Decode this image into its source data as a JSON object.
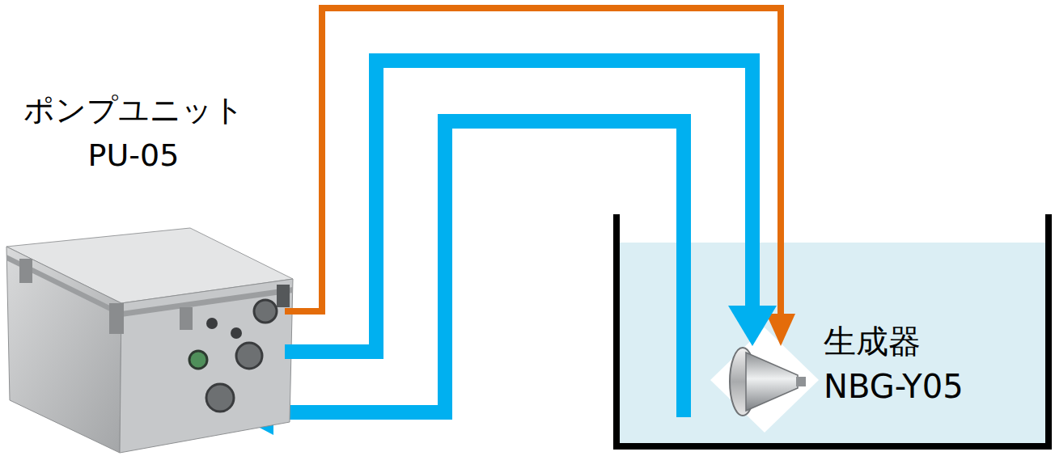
{
  "diagram": {
    "nodes": [
      {
        "text": [
          "ポンプユニット",
          "PU-05"
        ]
      },
      {
        "text": [
          "生成器",
          "NBG-Y05"
        ]
      }
    ],
    "edges": [
      {
        "from": 0,
        "to": 1,
        "arrow": "to"
      },
      {
        "from": 0,
        "to": 1,
        "arrow": "to"
      }
    ]
  }
}
